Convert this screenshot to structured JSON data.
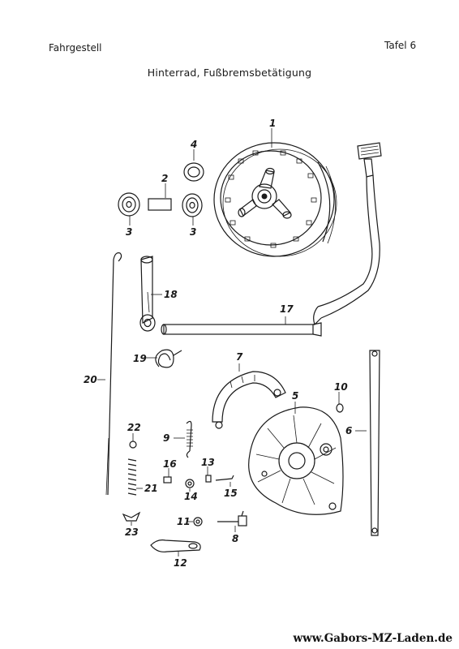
{
  "header": {
    "left": "Fahrgestell",
    "right": "Tafel 6",
    "title": "Hinterrad, Fußbremsbetätigung"
  },
  "footer": {
    "url": "www.Gabors-MZ-Laden.de"
  },
  "labels": {
    "l1": "1",
    "l2": "2",
    "l3a": "3",
    "l3b": "3",
    "l4": "4",
    "l5": "5",
    "l6": "6",
    "l7": "7",
    "l8": "8",
    "l9": "9",
    "l10": "10",
    "l11": "11",
    "l12": "12",
    "l13": "13",
    "l14": "14",
    "l15": "15",
    "l16": "16",
    "l17": "17",
    "l18": "18",
    "l19": "19",
    "l20": "20",
    "l21": "21",
    "l22": "22",
    "l23": "23"
  }
}
